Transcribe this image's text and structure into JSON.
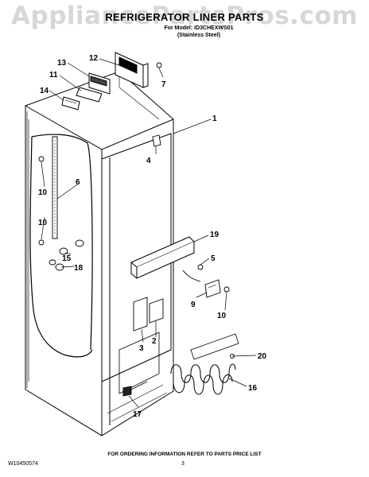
{
  "watermark": "AppliancePartsPros.com",
  "header": {
    "title": "REFRIGERATOR LINER PARTS",
    "model_line": "For Model: ID3CHEXWS01",
    "finish_line": "(Stainless Steel)"
  },
  "callouts": {
    "c1": "1",
    "c2": "2",
    "c3": "3",
    "c4": "4",
    "c5": "5",
    "c6": "6",
    "c7": "7",
    "c9": "9",
    "c10a": "10",
    "c10b": "10",
    "c10c": "10",
    "c11": "11",
    "c12": "12",
    "c13": "13",
    "c14": "14",
    "c15": "15",
    "c16": "16",
    "c17": "17",
    "c18": "18",
    "c19": "19",
    "c20": "20"
  },
  "footer": {
    "note": "FOR ORDERING INFORMATION REFER TO PARTS PRICE LIST",
    "doc_code": "W10450574",
    "page_number": "3"
  }
}
